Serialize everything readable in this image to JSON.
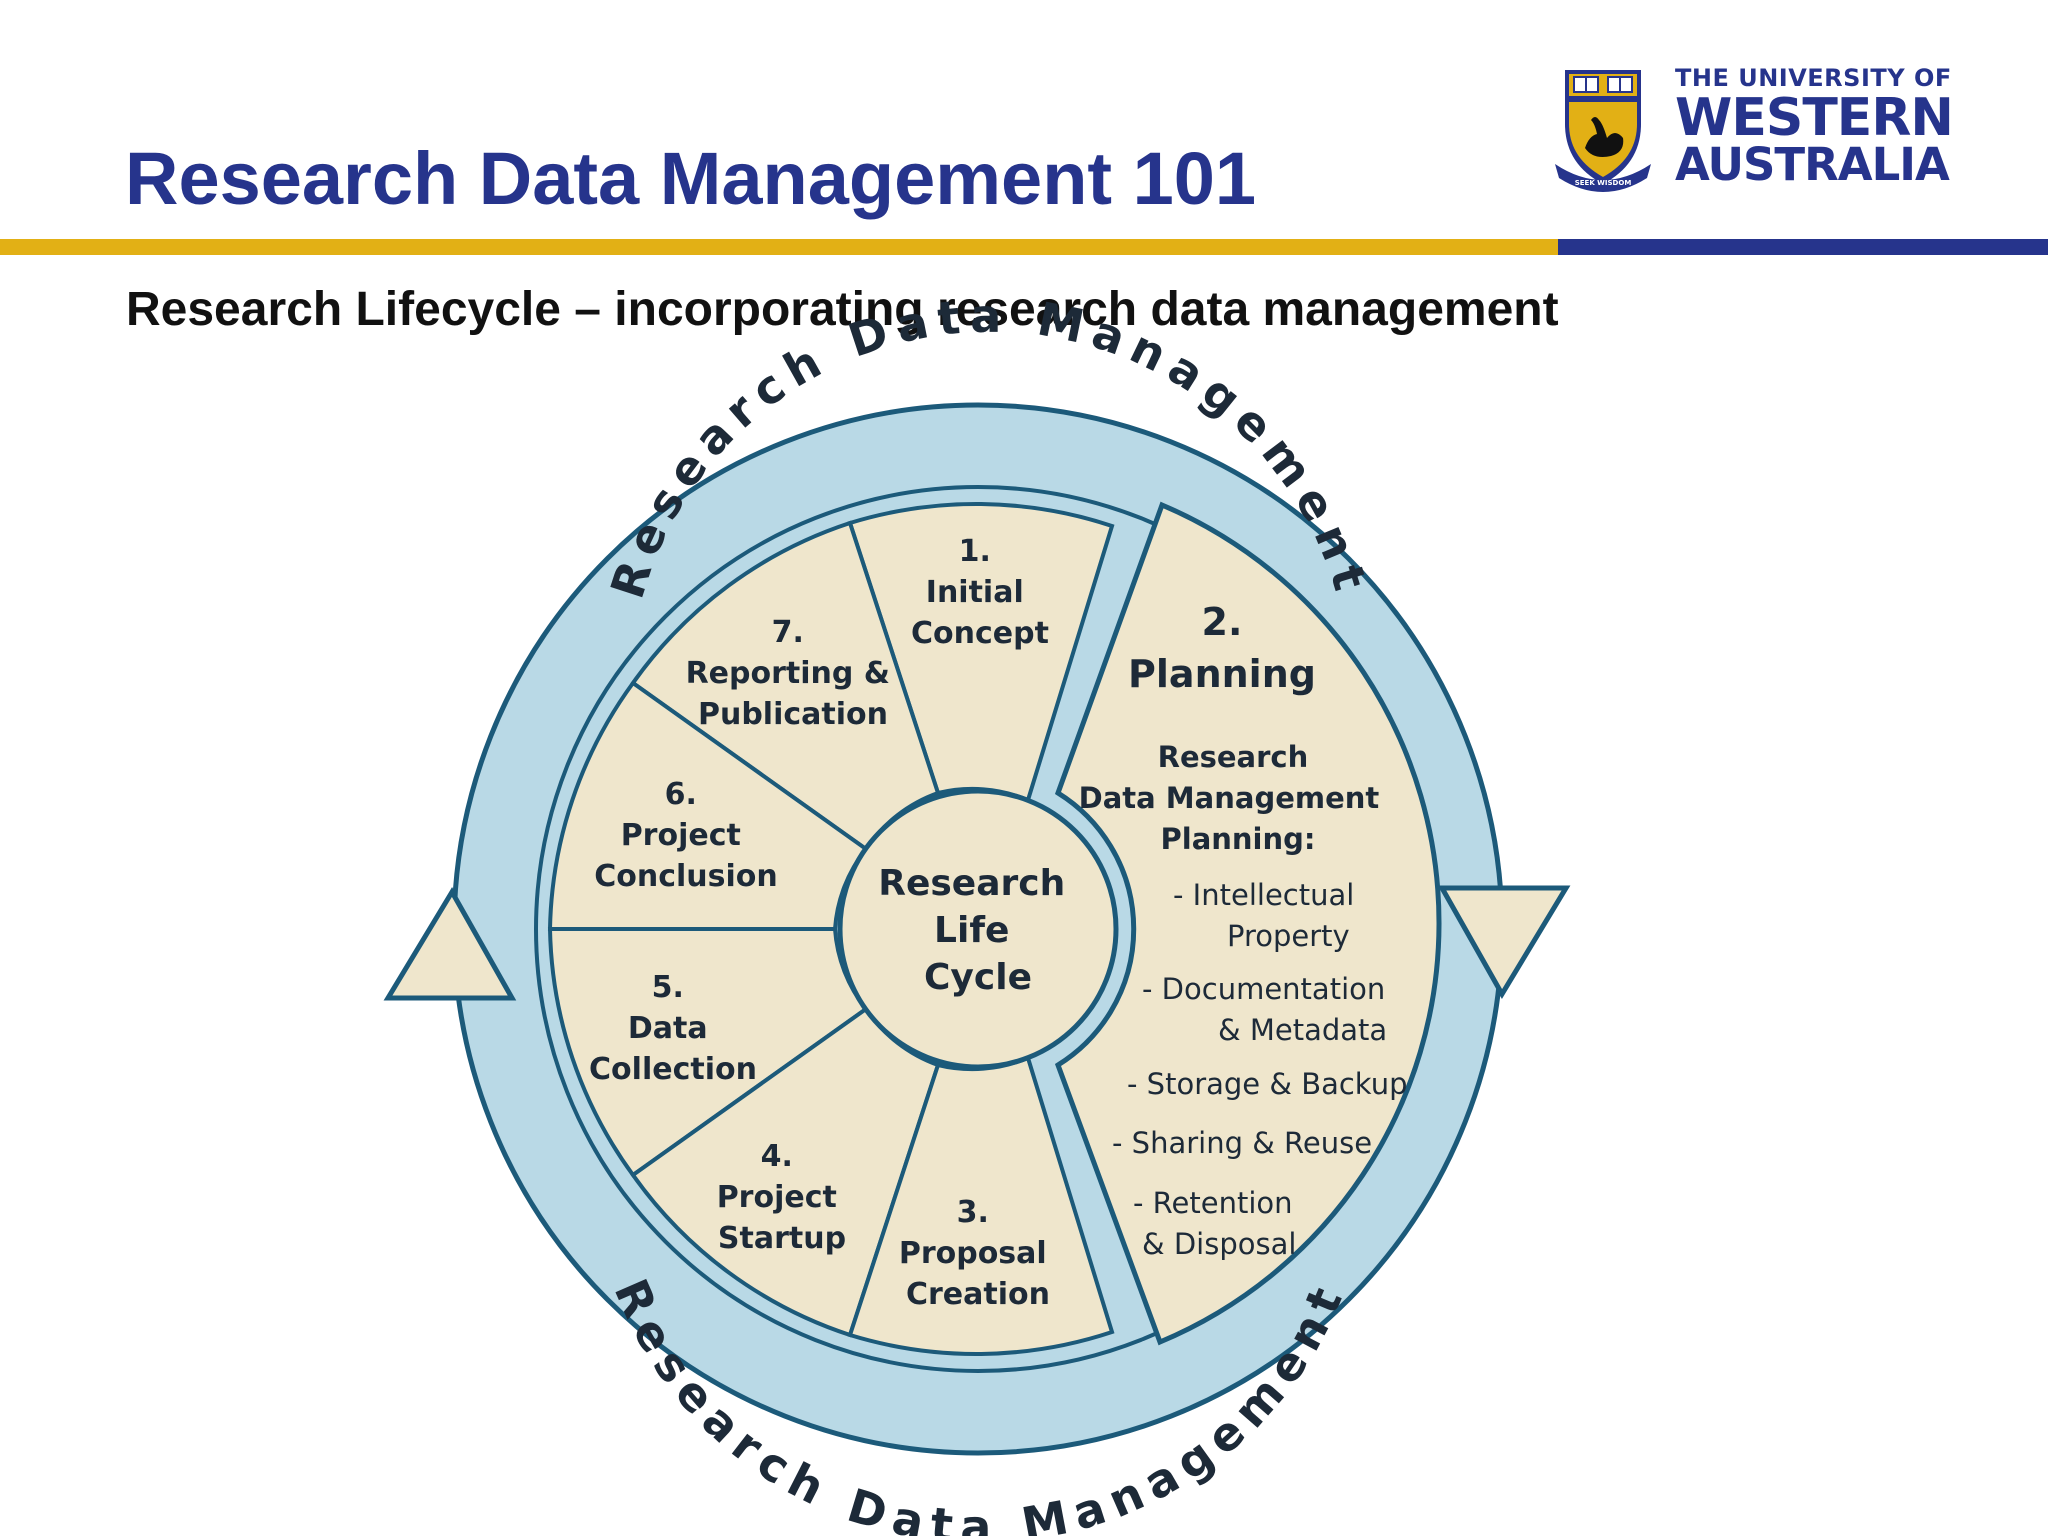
{
  "header": {
    "title": "Research Data Management 101",
    "subtitle": "Research Lifecycle – incorporating research data management",
    "colors": {
      "title": "#26348c",
      "gold_rule": "#e2b015",
      "blue_rule": "#26348c"
    }
  },
  "logo": {
    "line1": "THE UNIVERSITY OF",
    "line2": "WESTERN",
    "line3": "AUSTRALIA",
    "motto": "SEEK WISDOM",
    "icon": "university-crest-icon"
  },
  "diagram": {
    "ring_label_top": "Research Data Management",
    "ring_label_bottom": "Research Data Management",
    "center": {
      "line1": "Research",
      "line2": "Life",
      "line3": "Cycle"
    },
    "stages": [
      {
        "number": "1.",
        "label1": "Initial",
        "label2": "Concept"
      },
      {
        "number": "2.",
        "label1": "Planning"
      },
      {
        "number": "3.",
        "label1": "Proposal",
        "label2": "Creation"
      },
      {
        "number": "4.",
        "label1": "Project",
        "label2": "Startup"
      },
      {
        "number": "5.",
        "label1": "Data",
        "label2": "Collection"
      },
      {
        "number": "6.",
        "label1": "Project",
        "label2": "Conclusion"
      },
      {
        "number": "7.",
        "label1": "Reporting &",
        "label2": "Publication"
      }
    ],
    "planning_detail": {
      "heading1": "Research",
      "heading2": "Data Management",
      "heading3": "Planning:",
      "items": [
        {
          "line1": "- Intellectual",
          "line2": "Property"
        },
        {
          "line1": "- Documentation",
          "line2": "& Metadata"
        },
        {
          "line1": "- Storage & Backup"
        },
        {
          "line1": "- Sharing & Reuse"
        },
        {
          "line1": "- Retention",
          "line2": "& Disposal"
        }
      ]
    },
    "colors": {
      "ring": "#b9d9e6",
      "fill": "#efe6cc",
      "stroke": "#1c5a7a",
      "text": "#1d2a38"
    }
  }
}
